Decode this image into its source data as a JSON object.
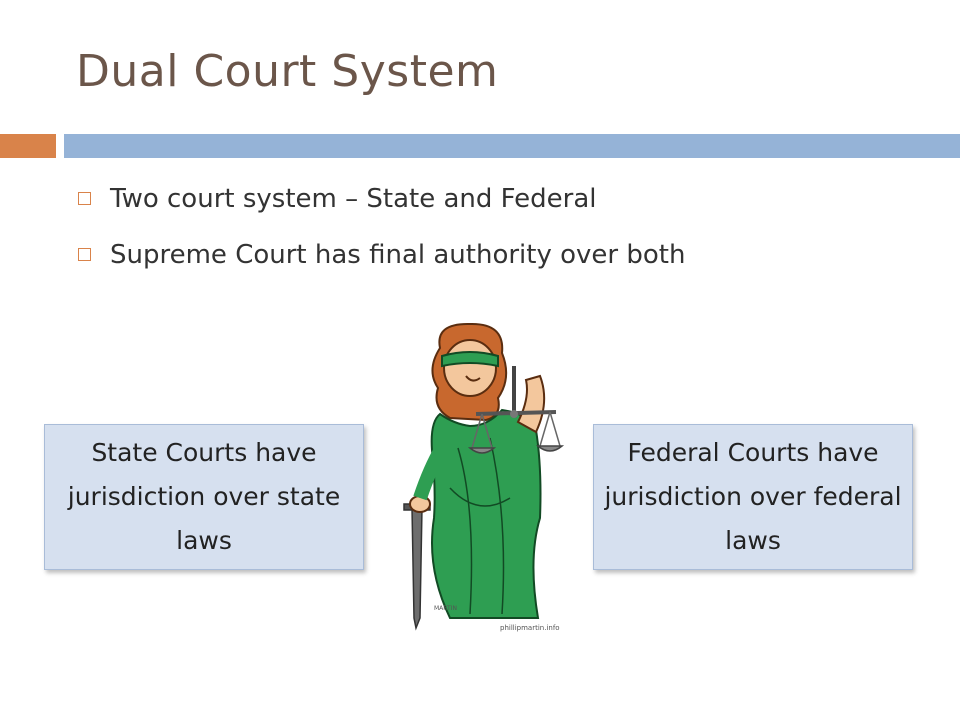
{
  "slide": {
    "title": "Dual Court System",
    "bullets": [
      "Two court system – State and Federal",
      "Supreme Court has final authority over both"
    ],
    "left_box": "State Courts have jurisdiction over state laws",
    "right_box": "Federal Courts have jurisdiction over federal laws",
    "image_credit": "phillipmartin.info",
    "image_signature": "MARTIN"
  },
  "colors": {
    "title": "#6b564a",
    "accent_orange": "#d9834a",
    "accent_blue": "#95b3d7",
    "box_fill": "#d6e0ef",
    "robe_green": "#2e9e52"
  },
  "icons": {
    "bullet": "square-bullet-icon",
    "illustration": "lady-justice-illustration"
  }
}
